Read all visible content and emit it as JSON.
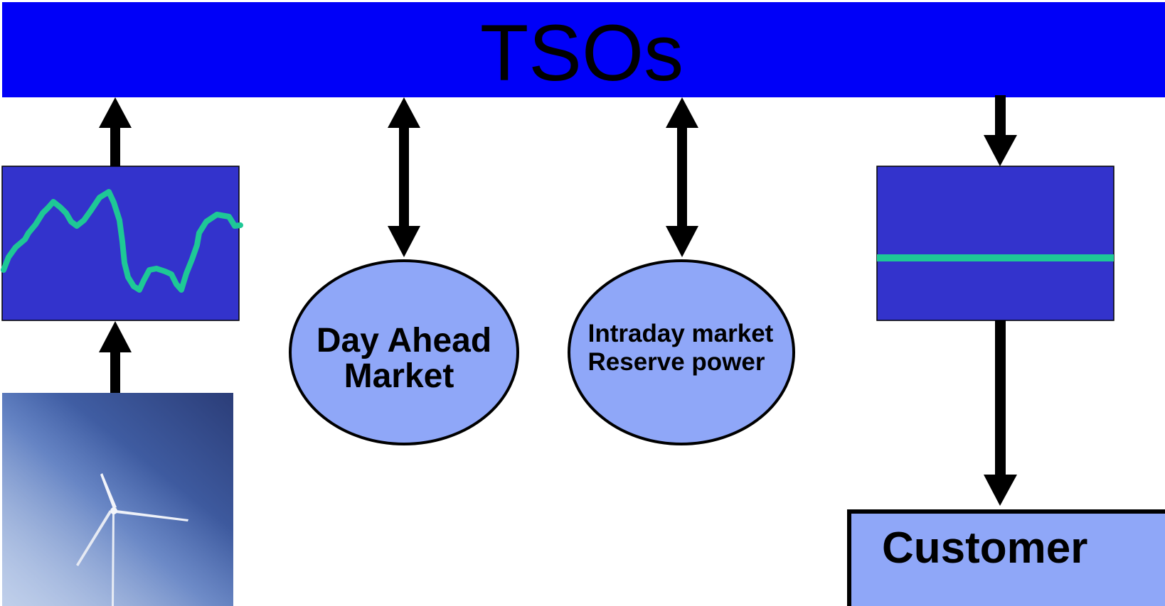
{
  "tsos": {
    "label": "TSOs"
  },
  "day_ahead_market": {
    "line1": "Day Ahead",
    "line2": "Market"
  },
  "intraday_market": {
    "line1": "Intraday market",
    "line2": "Reserve power"
  },
  "customer": {
    "label": "Customer"
  },
  "colors": {
    "tso_bar": "#0000f8",
    "forecast_panel": "#3333cc",
    "curve": "#1ec896",
    "market_ellipse": "#8fa7f8",
    "customer_box": "#8fa7f8",
    "arrow": "#000000"
  },
  "icons": {
    "wind_turbine": "wind-turbine-photo",
    "variable_forecast": "variable-power-curve",
    "flat_profile": "flat-power-line"
  }
}
